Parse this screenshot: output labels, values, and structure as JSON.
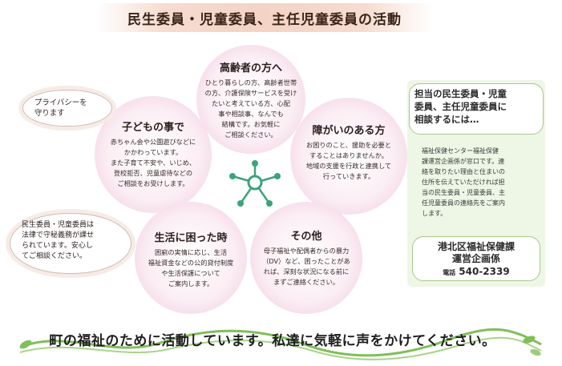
{
  "title": "民生委員・児童委員、主任児童委員の活動",
  "circles": {
    "elderly": {
      "title": "高齢者の方へ",
      "body": [
        "ひとり暮らしの方、高齢者世帯",
        "の方、介護保険サービスを受け",
        "たいと考えている方、心配",
        "事や相談事、なんでも",
        "結構です。お気軽に",
        "ご相談ください。"
      ]
    },
    "children": {
      "title": "子どもの事で",
      "body": [
        "赤ちゃん会や公園遊びなどに",
        "かかわっています。",
        "また子育て不安や、いじめ、",
        "登校拒否、児童虐待などの",
        "ご相談をお受けします。"
      ]
    },
    "disability": {
      "title": "障がいのある方",
      "body": [
        "お困りのこと、援助を必要と",
        "することはありませんか。",
        "地域の支援を行政と連携して",
        "行っていきます。"
      ]
    },
    "living": {
      "title": "生活に困った時",
      "body": [
        "困窮の実情に応じ、生活",
        "福祉資金などの公的貸付制度",
        "や生活保護について",
        "ご案内します。"
      ]
    },
    "other": {
      "title": "その他",
      "body": [
        "母子福祉や配偶者からの暴力",
        "（DV）など、困ったことがあ",
        "れば、深刻な状況になる前に",
        "まずご連絡ください。"
      ]
    }
  },
  "privacy_note": [
    "プライバシーを",
    "守ります"
  ],
  "duty_note": [
    "民生委員・児童委員は",
    "法律で守秘義務が課せ",
    "られています。安心し",
    "てご相談ください。"
  ],
  "right": {
    "heading": [
      "担当の民生委員・児童",
      "委員、主任児童委員に",
      "相談するには…"
    ],
    "body": [
      "福祉保健センター福祉保健",
      "課運営企画係が窓口です。連",
      "絡を取りたい理由と住まいの",
      "住所を伝えていただければ担",
      "当の民生委員・児童委員、主",
      "任児童委員の連絡先をご案内",
      "します。"
    ],
    "office_line1": "港北区福祉保健課",
    "office_line2": "運営企画係",
    "phone_label": "電話",
    "phone": "540-2339"
  },
  "footer": "町の福祉のために活動しています。私達に気軽に声をかけてください。",
  "colors": {
    "circle_pink": "#f0c6dc",
    "hub_green": "#3aa47a",
    "panel_green": "#eef6e6",
    "vine_green": "#7fbf5a"
  }
}
